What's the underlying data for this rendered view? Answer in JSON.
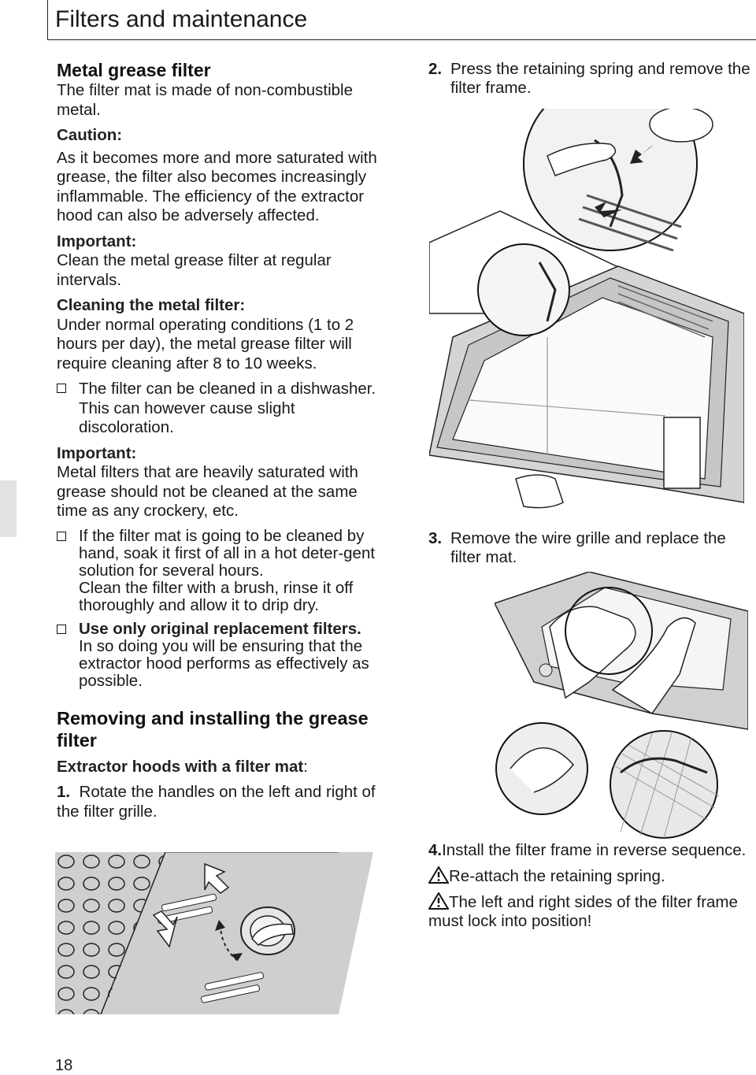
{
  "page": {
    "title": "Filters and maintenance",
    "page_number": "18"
  },
  "left": {
    "heading": "Metal grease filter",
    "intro": "The filter mat is made of non-combustible metal.",
    "caution_label": "Caution:",
    "caution_text": "As it becomes more and more saturated with grease, the filter also becomes increasingly inflammable. The efficiency of the extractor hood can also be adversely affected.",
    "important1_label": "Important:",
    "important1_text": "Clean the metal grease filter at regular intervals.",
    "cleaning_label": "Cleaning the metal filter:",
    "cleaning_text": "Under normal operating conditions (1 to 2 hours per day), the metal grease filter will require cleaning after 8 to 10 weeks.",
    "bullet1_line1": "The filter can be cleaned in a dishwasher.",
    "bullet1_line2": "This can however cause slight discoloration.",
    "important2_label": "Important:",
    "important2_text": "Metal filters that are heavily saturated with grease should not be cleaned at the same time as any crockery, etc.",
    "bullet2_line1": "If the filter mat is going to be cleaned by hand, soak it first of all in a hot deter-gent solution for several hours.",
    "bullet2_line2": "Clean the filter with a brush, rinse it off thoroughly and allow it to drip dry.",
    "bullet3_bold": "Use only original replacement filters.",
    "bullet3_text": "In so doing you will be ensuring that the extractor hood performs as effectively as possible.",
    "section_heading": "Removing and installing the grease filter",
    "subheading": "Extractor hoods with a filter mat",
    "subheading_colon": ":",
    "step1_num": "1.",
    "step1_text": "Rotate the handles on the left and right of the filter grille."
  },
  "right": {
    "step2_num": "2.",
    "step2_text": "Press the retaining spring and remove the filter frame.",
    "step3_num": "3.",
    "step3_text": "Remove the wire grille and replace the filter mat.",
    "step4_num": "4.",
    "step4_text": "Install the filter frame in reverse sequence.",
    "warn1_text": "Re-attach the retaining spring.",
    "warn2_text": "The left and right sides of the filter frame must lock into position!"
  },
  "icons": {
    "bullet": "checkbox-square-icon",
    "warning": "warning-triangle-icon"
  }
}
